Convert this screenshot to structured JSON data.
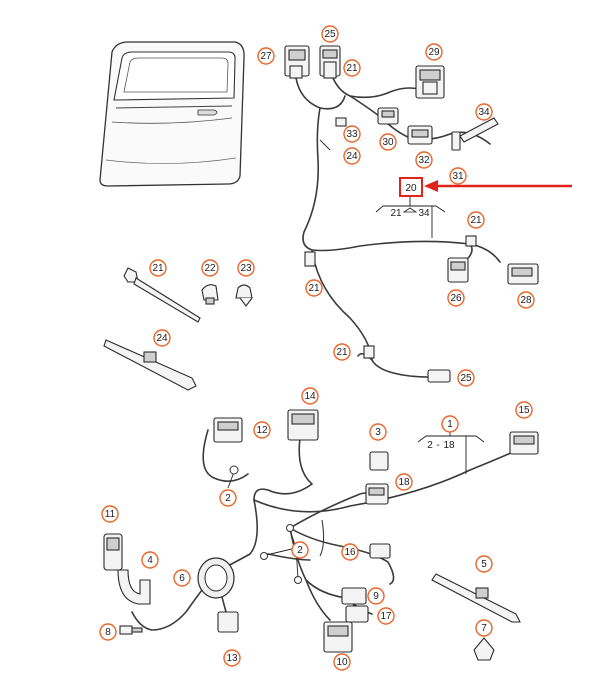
{
  "callouts": {
    "c1": "1",
    "c2": "2",
    "c3": "3",
    "c4": "4",
    "c5": "5",
    "c6": "6",
    "c7": "7",
    "c8": "8",
    "c9": "9",
    "c10": "10",
    "c11": "11",
    "c12": "12",
    "c13": "13",
    "c14": "14",
    "c15": "15",
    "c16": "16",
    "c17": "17",
    "c18": "18",
    "c20": "20",
    "c21": "21",
    "c22": "22",
    "c23": "23",
    "c24": "24",
    "c25": "25",
    "c26": "26",
    "c27": "27",
    "c28": "28",
    "c29": "29",
    "c30": "30",
    "c31": "31",
    "c32": "32",
    "c33": "33",
    "c34": "34"
  },
  "group_labels": {
    "harness_upper_sub": "21",
    "harness_upper_sub2": "34",
    "harness_lower_sub": "2",
    "harness_lower_sub2": "18"
  },
  "colors": {
    "callout_ring": "#e8662a",
    "highlight": "#e0241b",
    "arrow": "#e0241b"
  }
}
